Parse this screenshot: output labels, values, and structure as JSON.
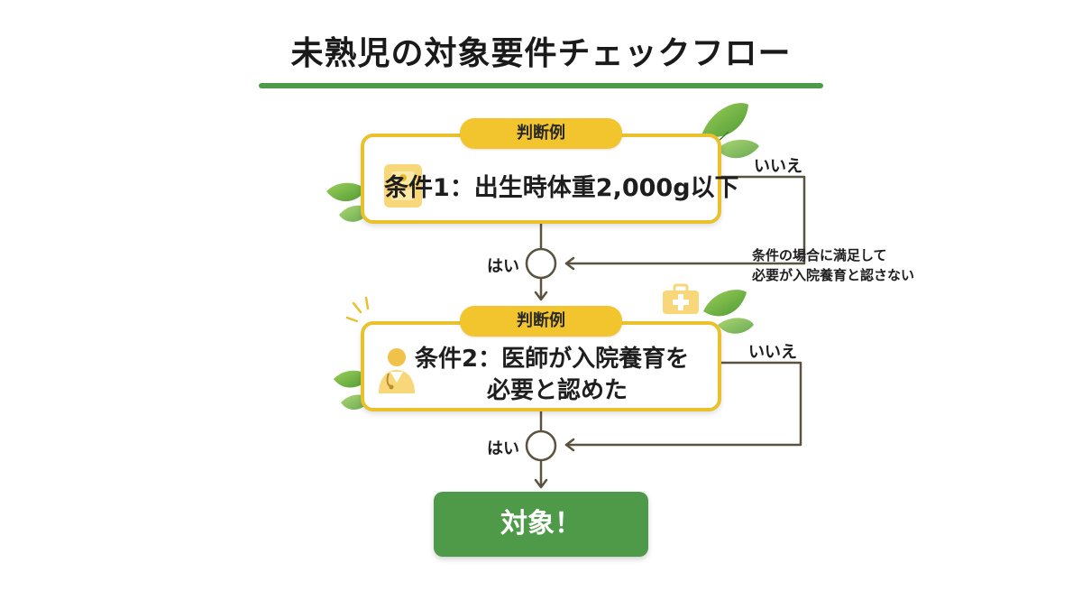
{
  "title": "未熟児の対象要件チェックフロー",
  "condition1": {
    "tag": "判断例",
    "text": "条件1：出生時体重2,000g以下",
    "icon": "baby-scale-icon"
  },
  "condition2": {
    "tag": "判断例",
    "line1": "条件2：医師が入院養育を",
    "line2": "必要と認めた",
    "icon": "doctor-icon"
  },
  "yes_label": "はい",
  "no_label": "いいえ",
  "no_note": {
    "line1": "条件の場合に満足して",
    "line2": "必要が入院養育と認さない"
  },
  "result": {
    "text": "対象！"
  },
  "colors": {
    "accent_green": "#4e9a48",
    "box_border": "#e8c12c",
    "tag_yellow": "#f2c52f",
    "line": "#5a5340"
  }
}
